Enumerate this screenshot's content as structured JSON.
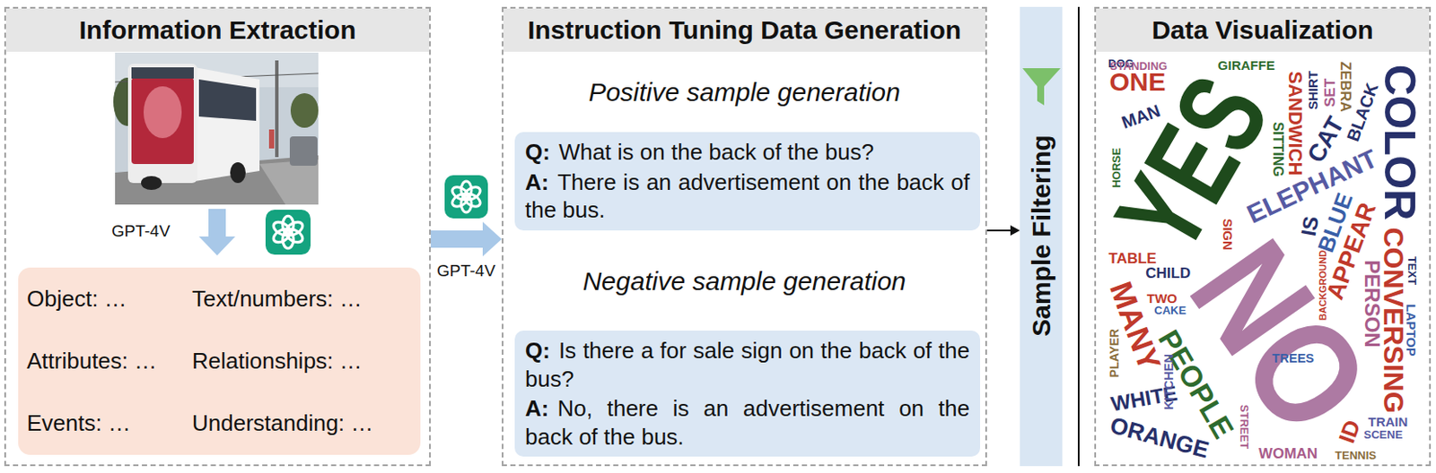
{
  "diagram": {
    "nodes": [
      {
        "text": [
          "Information Extraction"
        ]
      },
      {
        "text": [
          "Object: …",
          "Text/numbers: …",
          "Attributes: …",
          "Relationships: …",
          "Events: …",
          "Understanding: …"
        ],
        "in": 0
      },
      {
        "text": [
          "Instruction Tuning Data Generation",
          "Positive sample generation",
          "Negative sample generation"
        ]
      },
      {
        "text": [
          "Q:",
          "What is on the back of the bus?",
          "A:",
          "There is an advertisement on the back of the bus."
        ],
        "in": 2
      },
      {
        "text": [
          "Q:",
          "Is there a for sale sign on the back of the bus?",
          "A:",
          "No, there is an advertisement on the back of the bus."
        ],
        "in": 2
      },
      {
        "text": [
          "Sample Filtering"
        ]
      },
      {
        "text": [
          "Data Visualization"
        ]
      }
    ],
    "edges": [
      {
        "from": 0,
        "to": 2,
        "arrow": "to",
        "label": "GPT-4V"
      },
      {
        "from": 2,
        "to": 5,
        "arrow": "to"
      }
    ],
    "labels": [
      "GPT-4V",
      "YES",
      "NO",
      "COLOR",
      "ELEPHANT",
      "ONE",
      "MANY",
      "PEOPLE",
      "CONVERSING",
      "APPEAR",
      "ORANGE",
      "WHITE",
      "PERSON",
      "SANDWICH",
      "BLUE",
      "CAT",
      "IS",
      "ID",
      "MAN",
      "BLACK",
      "DOG",
      "SIGN",
      "WOMAN",
      "HORSE",
      "TRAIN",
      "ZEBRA",
      "CAKE",
      "SHIRT",
      "TABLE",
      "STREET",
      "GIRAFFE",
      "KITCHEN",
      "TENNIS",
      "LAPTOP",
      "CHILD",
      "BACKGROUND",
      "STANDING",
      "SITTING",
      "SCENE",
      "PLAYER",
      "TREES",
      "TEXT",
      "TWO",
      "SET"
    ]
  }
}
